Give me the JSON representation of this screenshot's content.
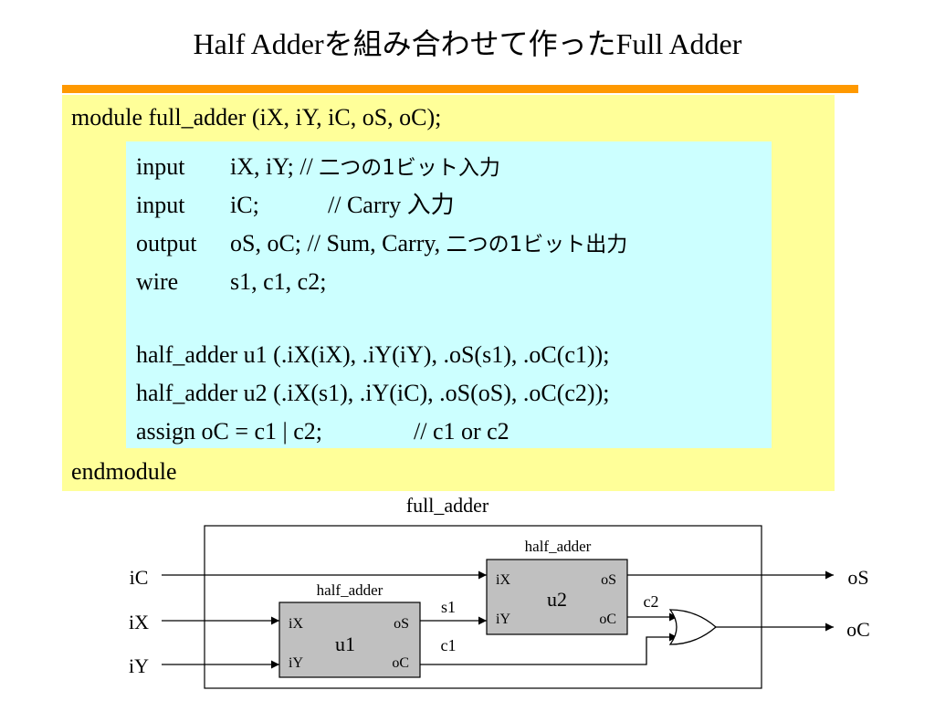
{
  "title": "Half Adderを組み合わせて作ったFull Adder",
  "code": {
    "module_line": "module  full_adder (iX, iY, iC, oS, oC);",
    "decls": [
      {
        "kw": "input",
        "args": "iX, iY; //",
        "comment": "二つの1ビット入力"
      },
      {
        "kw": "input",
        "args": "iC;",
        "comment": "// Carry 入力"
      },
      {
        "kw": "output",
        "args": "oS, oC; // Sum, Carry,",
        "comment": "二つの1ビット出力"
      },
      {
        "kw": "wire",
        "args": "s1, c1, c2;",
        "comment": ""
      }
    ],
    "instances": [
      "half_adder u1 (.iX(iX), .iY(iY), .oS(s1), .oC(c1));",
      "half_adder u2 (.iX(s1), .iY(iC), .oS(oS), .oC(c2));"
    ],
    "assign_stmt": "assign oC = c1 | c2;",
    "assign_comment": "// c1 or c2",
    "end_line": "endmodule"
  },
  "diagram": {
    "outer_label": "full_adder",
    "inputs": {
      "ic": "iC",
      "ix": "iX",
      "iy": "iY"
    },
    "outputs": {
      "os": "oS",
      "oc": "oC"
    },
    "u1": {
      "type": "half_adder",
      "name": "u1",
      "in_x": "iX",
      "in_y": "iY",
      "out_s": "oS",
      "out_c": "oC"
    },
    "u2": {
      "type": "half_adder",
      "name": "u2",
      "in_x": "iX",
      "in_y": "iY",
      "out_s": "oS",
      "out_c": "oC"
    },
    "wires": {
      "s1": "s1",
      "c1": "c1",
      "c2": "c2"
    },
    "colors": {
      "block_fill": "#c0c0c0",
      "code_outer": "#ffff99",
      "code_inner": "#ccffff",
      "rule": "#ff9900"
    }
  }
}
